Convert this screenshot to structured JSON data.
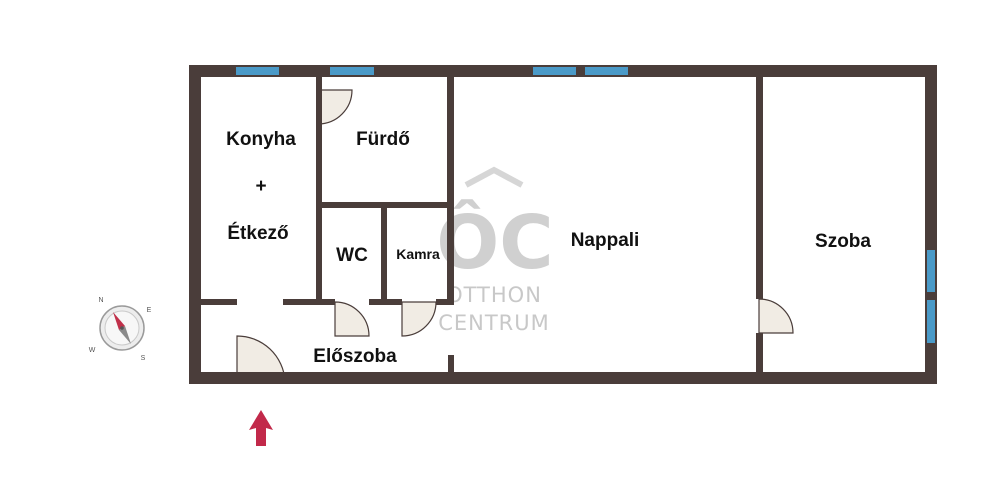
{
  "rooms": {
    "konyha": "Konyha",
    "plus": "+",
    "etkezo": "Étkező",
    "furdo": "Fürdő",
    "wc": "WC",
    "kamra": "Kamra",
    "nappali": "Nappali",
    "szoba": "Szoba",
    "eloszoba": "Előszoba"
  },
  "watermark": {
    "monogram": "ÔC",
    "line1": "OTTHON",
    "line2": "CENTRUM"
  },
  "compass": {
    "n": "N",
    "e": "E",
    "s": "S",
    "w": "W",
    "needle_color": "#c0304a"
  },
  "colors": {
    "wall": "#4a3d3a",
    "window": "#4a9ac8",
    "door_fill": "#f1ece4",
    "entrance_arrow": "#c2294a"
  },
  "icons": {
    "compass": "compass-icon",
    "entrance": "entrance-arrow-icon"
  }
}
